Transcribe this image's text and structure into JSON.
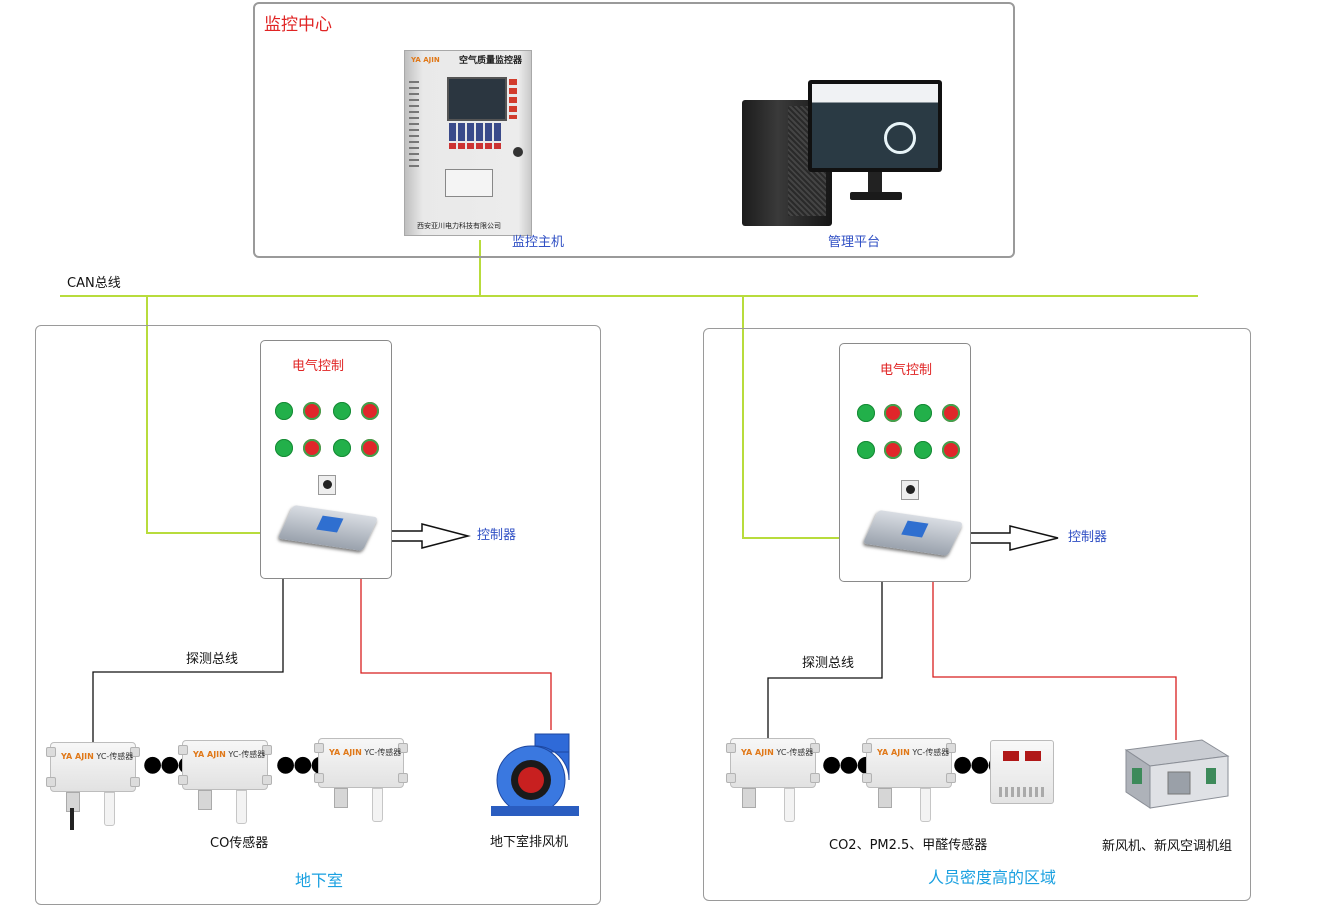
{
  "top_box": {
    "title": "监控中心",
    "monitor_host_label": "监控主机",
    "platform_label": "管理平台",
    "device_brand": "YA AJIN",
    "device_title": "空气质量监控器",
    "device_footer": "西安亚川电力科技有限公司"
  },
  "bus": {
    "can_label": "CAN总线"
  },
  "left": {
    "panel_title": "电气控制",
    "controller_label": "控制器",
    "detect_bus_label": "探测总线",
    "sensor_group_label": "CO传感器",
    "fan_label": "地下室排风机",
    "area_label": "地下室",
    "sensor_text": "YC-传感器",
    "sensor_brand": "YA AJIN"
  },
  "right": {
    "panel_title": "电气控制",
    "controller_label": "控制器",
    "detect_bus_label": "探测总线",
    "sensor_group_label": "CO2、PM2.5、甲醛传感器",
    "unit_label": "新风机、新风空调机组",
    "area_label": "人员密度高的区域",
    "sensor_text": "YC-传感器",
    "sensor_brand": "YA AJIN"
  },
  "colors": {
    "can_bus": "#b8dc3c",
    "detect_bus": "#111111",
    "power_line": "#d81f1f",
    "panel_title": "#e02424",
    "device_label": "#2f4fc4",
    "area_label": "#1aa0e0",
    "led_green": "#22b04a",
    "led_red": "#e0262a"
  },
  "icons": [
    "control-panel-device",
    "desktop-computer-icon",
    "indicator-light-icon",
    "rotary-switch-icon",
    "plc-controller-icon",
    "arrow-right-icon",
    "sensor-icon",
    "centrifugal-fan-icon",
    "display-sensor-icon",
    "air-handling-unit-icon"
  ]
}
